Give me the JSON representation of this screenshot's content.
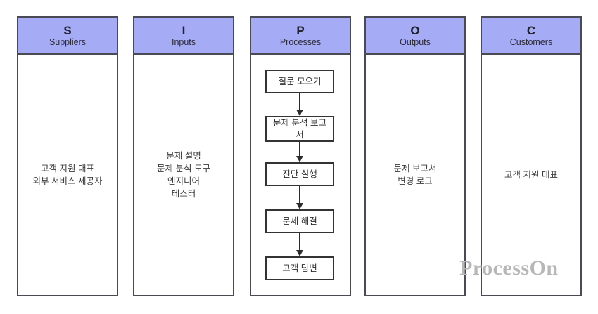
{
  "diagram": {
    "type": "SIPOC",
    "colors": {
      "header_fill": "#a5abf5",
      "header_border": "#4a4a55",
      "column_border": "#4a4a55",
      "box_border": "#333333",
      "text": "#3b3b3b",
      "watermark": "#b7b7b7"
    },
    "columns": [
      {
        "letter": "S",
        "title": "Suppliers",
        "body": "고객 지원 대표\n외부 서비스 제공자",
        "items": [
          "고객 지원 대표",
          "외부 서비스 제공자"
        ]
      },
      {
        "letter": "I",
        "title": "Inputs",
        "body": "문제 설명\n문제 분석 도구\n엔지니어\n테스터",
        "items": [
          "문제 설명",
          "문제 분석 도구",
          "엔지니어",
          "테스터"
        ]
      },
      {
        "letter": "P",
        "title": "Processes",
        "body": "",
        "items": []
      },
      {
        "letter": "O",
        "title": "Outputs",
        "body": "문제 보고서\n변경 로그",
        "items": [
          "문제 보고서",
          "변경 로그"
        ]
      },
      {
        "letter": "C",
        "title": "Customers",
        "body": "고객 지원 대표",
        "items": [
          "고객 지원 대표"
        ]
      }
    ],
    "process_steps": [
      {
        "label": "질문 모으기"
      },
      {
        "label": "문제 분석 보고서"
      },
      {
        "label": "진단 실행"
      },
      {
        "label": "문제 해결"
      },
      {
        "label": "고객 답변"
      }
    ],
    "watermark": "ProcessOn"
  }
}
